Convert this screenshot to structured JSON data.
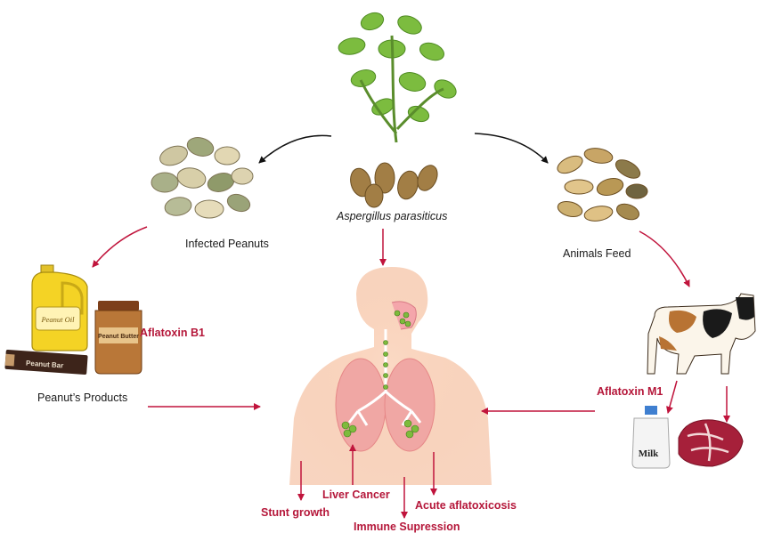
{
  "labels": {
    "source": "Aspergillus parasiticus",
    "infected": "Infected Peanuts",
    "feed": "Animals Feed",
    "products": "Peanut’s Products",
    "toxin_b1": "Aflatoxin B1",
    "toxin_m1": "Aflatoxin M1",
    "liver": "Liver Cancer",
    "acute": "Acute aflatoxicosis",
    "stunt": "Stunt growth",
    "immune": "Immune Supression"
  },
  "product_labels": {
    "oil": "Peanut Oil",
    "butter": "Peanut Butter",
    "bar": "Peanut Bar",
    "milk": "Milk"
  },
  "colors": {
    "arrow_red": "#c0143c",
    "arrow_black": "#111111",
    "text_red": "#b5173a",
    "skin": "#f6c4a8",
    "lung": "#eea3a3",
    "leaf": "#6fb33a",
    "peanut": "#c9b27a"
  }
}
